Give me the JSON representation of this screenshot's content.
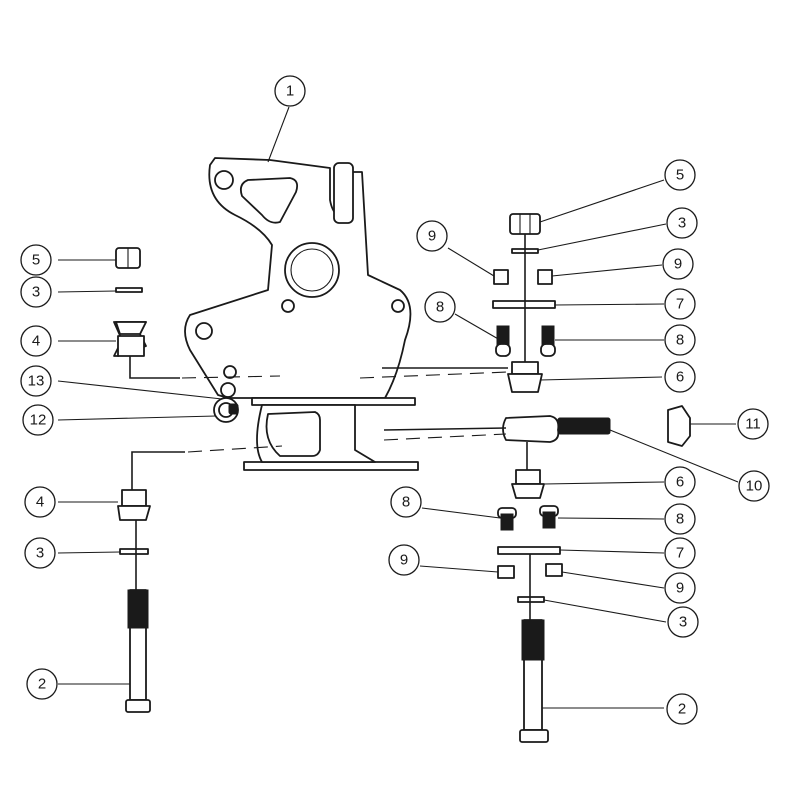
{
  "callouts": [
    {
      "id": "c1",
      "label": "1"
    },
    {
      "id": "c5L",
      "label": "5"
    },
    {
      "id": "c3L",
      "label": "3"
    },
    {
      "id": "c4L",
      "label": "4"
    },
    {
      "id": "c13",
      "label": "13"
    },
    {
      "id": "c12",
      "label": "12"
    },
    {
      "id": "c4L2",
      "label": "4"
    },
    {
      "id": "c3L2",
      "label": "3"
    },
    {
      "id": "c2L",
      "label": "2"
    },
    {
      "id": "c5R",
      "label": "5"
    },
    {
      "id": "c3R",
      "label": "3"
    },
    {
      "id": "c9Ra",
      "label": "9"
    },
    {
      "id": "c9Rb",
      "label": "9"
    },
    {
      "id": "c8Ra",
      "label": "8"
    },
    {
      "id": "c7R",
      "label": "7"
    },
    {
      "id": "c8Rb",
      "label": "8"
    },
    {
      "id": "c6R",
      "label": "6"
    },
    {
      "id": "c11",
      "label": "11"
    },
    {
      "id": "c10",
      "label": "10"
    },
    {
      "id": "c6R2",
      "label": "6"
    },
    {
      "id": "c8Rc",
      "label": "8"
    },
    {
      "id": "c8Rd",
      "label": "8"
    },
    {
      "id": "c7R2",
      "label": "7"
    },
    {
      "id": "c9Rc",
      "label": "9"
    },
    {
      "id": "c9Rd",
      "label": "9"
    },
    {
      "id": "c3R2",
      "label": "3"
    },
    {
      "id": "c2R",
      "label": "2"
    }
  ],
  "colors": {
    "line": "#1a1a1a",
    "background": "#ffffff"
  }
}
